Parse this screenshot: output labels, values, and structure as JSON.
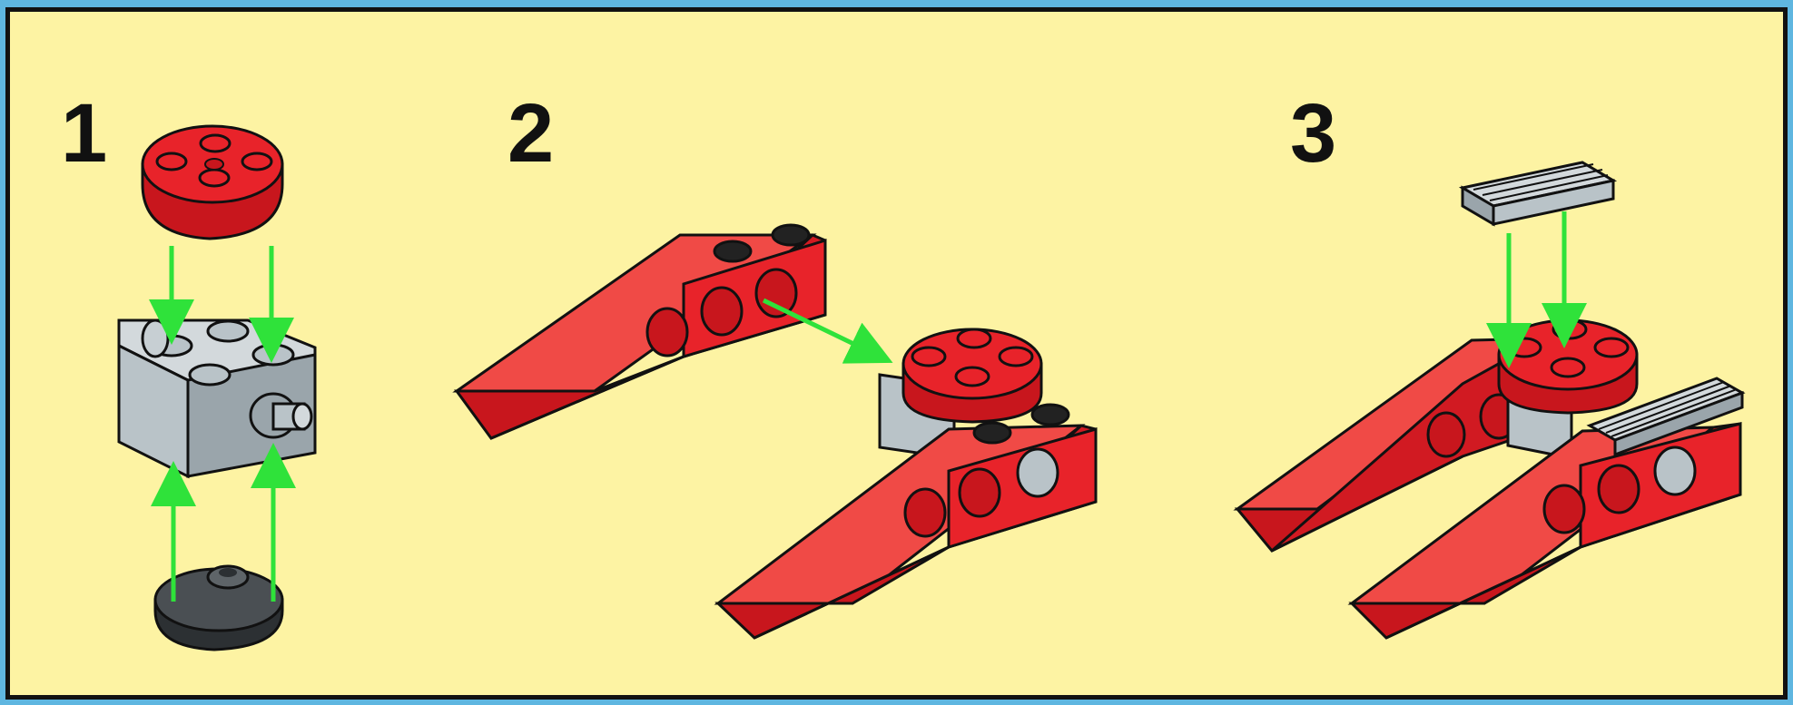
{
  "steps": [
    {
      "number": "1"
    },
    {
      "number": "2"
    },
    {
      "number": "3"
    }
  ],
  "colors": {
    "background_border": "#5fb6e0",
    "panel": "#fdf3a3",
    "brick_red": "#e8232a",
    "brick_gray": "#b9c3c8",
    "brick_dark": "#4a4f53",
    "arrow_green": "#2fe23a",
    "outline": "#111111"
  }
}
